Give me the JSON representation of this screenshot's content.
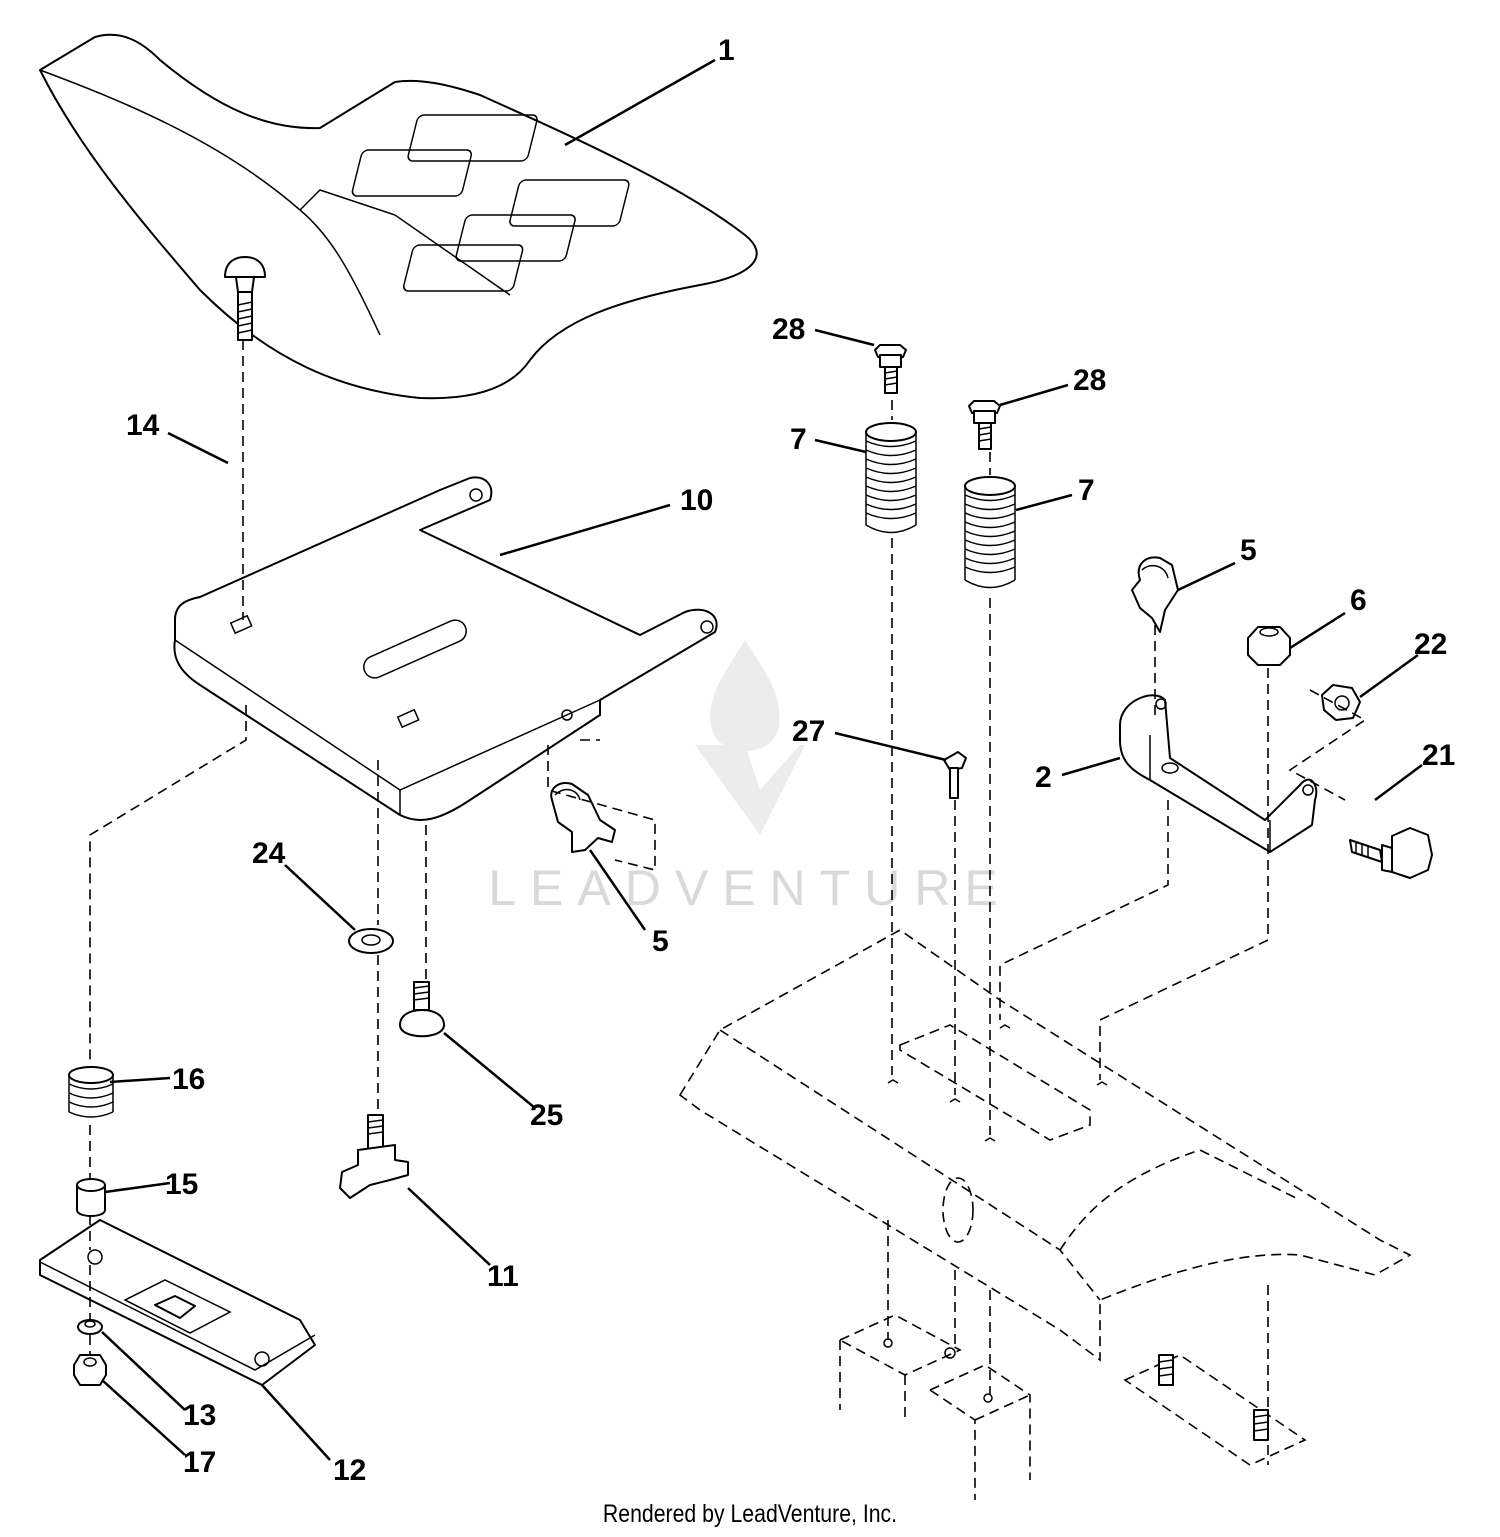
{
  "watermark": "LEADVENTURE",
  "footer": "Rendered by LeadVenture, Inc.",
  "callouts": {
    "c1": "1",
    "c14": "14",
    "c10": "10",
    "c28a": "28",
    "c28b": "28",
    "c7a": "7",
    "c7b": "7",
    "c5a": "5",
    "c6": "6",
    "c22": "22",
    "c27": "27",
    "c2": "2",
    "c21": "21",
    "c24": "24",
    "c5b": "5",
    "c16": "16",
    "c25": "25",
    "c15": "15",
    "c11": "11",
    "c13": "13",
    "c17": "17",
    "c12": "12"
  }
}
